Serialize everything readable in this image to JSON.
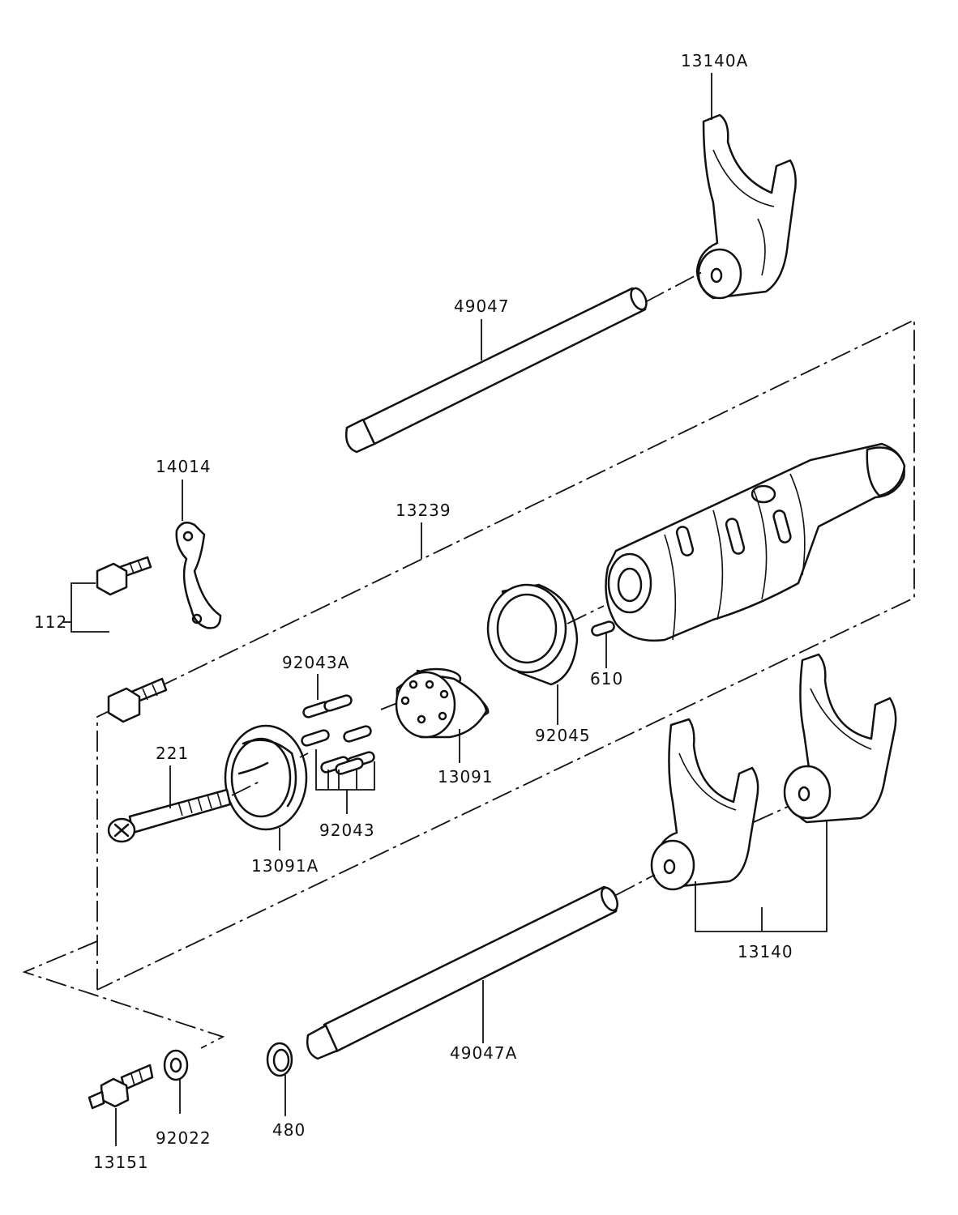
{
  "labels": {
    "p13140A": "13140A",
    "p49047": "49047",
    "p14014": "14014",
    "p13239": "13239",
    "p112": "112",
    "p92043A": "92043A",
    "p610": "610",
    "p92045": "92045",
    "p221": "221",
    "p13091": "13091",
    "p92043": "92043",
    "p13091A": "13091A",
    "p13140": "13140",
    "p49047A": "49047A",
    "p480": "480",
    "p92022": "92022",
    "p13151": "13151"
  }
}
